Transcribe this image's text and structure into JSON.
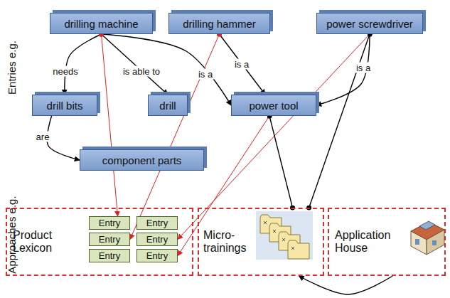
{
  "diagram": {
    "nodes": [
      {
        "text": [
          "drilling machine"
        ]
      },
      {
        "text": [
          "drilling hammer"
        ]
      },
      {
        "text": [
          "power screwdriver"
        ]
      },
      {
        "text": [
          "drill bits"
        ]
      },
      {
        "text": [
          "drill"
        ]
      },
      {
        "text": [
          "power tool"
        ]
      },
      {
        "text": [
          "component parts"
        ]
      },
      {
        "text": [
          "Product Lexicon"
        ]
      },
      {
        "text": [
          "Entry"
        ],
        "in": 7
      },
      {
        "text": [
          "Entry"
        ],
        "in": 7
      },
      {
        "text": [
          "Entry"
        ],
        "in": 7
      },
      {
        "text": [
          "Entry"
        ],
        "in": 7
      },
      {
        "text": [
          "Entry"
        ],
        "in": 7
      },
      {
        "text": [
          "Entry"
        ],
        "in": 7
      },
      {
        "text": [
          "Micro- trainings"
        ]
      },
      {
        "text": [
          "Application House"
        ]
      }
    ],
    "edges": [
      {
        "from": 0,
        "to": 3,
        "label": "needs",
        "arrow": "to"
      },
      {
        "from": 0,
        "to": 4,
        "label": "is able to",
        "arrow": "to"
      },
      {
        "from": 0,
        "to": 5,
        "label": "is a",
        "arrow": "to"
      },
      {
        "from": 1,
        "to": 5,
        "label": "is a",
        "arrow": "to"
      },
      {
        "from": 2,
        "to": 5,
        "label": "is a",
        "arrow": "to"
      },
      {
        "from": 3,
        "to": 6,
        "label": "are",
        "arrow": "to"
      },
      {
        "from": 0,
        "to": 8,
        "arrow": "to"
      },
      {
        "from": 1,
        "to": 10,
        "arrow": "to"
      },
      {
        "from": 2,
        "to": 11,
        "arrow": "to"
      },
      {
        "from": 5,
        "to": 13,
        "arrow": "to"
      },
      {
        "from": 2,
        "to": 14,
        "arrow": "none"
      },
      {
        "from": 5,
        "to": 14,
        "arrow": "none"
      },
      {
        "from": 15,
        "to": 14,
        "arrow": "to"
      }
    ],
    "labels": [
      "Entries e.g.",
      "Approaches e.g."
    ]
  }
}
